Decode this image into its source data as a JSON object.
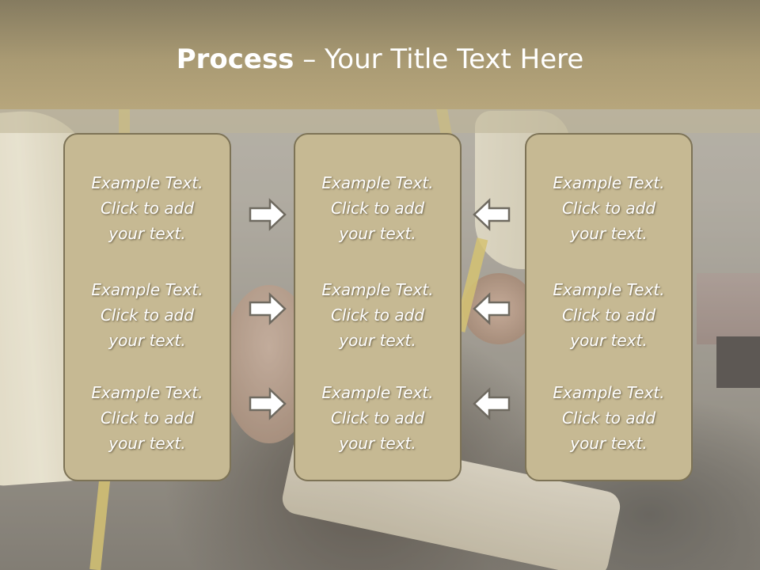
{
  "slide": {
    "title_bold": "Process",
    "title_rest": " – Your Title Text Here"
  },
  "columns": [
    {
      "items": [
        "Example Text.\nClick  to add\nyour text.",
        "Example Text.\nClick  to add\nyour text.",
        "Example Text.\nClick  to add\nyour text."
      ]
    },
    {
      "items": [
        "Example Text.\nClick  to add\nyour text.",
        "Example Text.\nClick  to add\nyour text.",
        "Example Text.\nClick  to add\nyour text."
      ]
    },
    {
      "items": [
        "Example Text.\nClick  to add\nyour text.",
        "Example Text.\nClick  to add\nyour text.",
        "Example Text.\nClick  to add\nyour text."
      ]
    }
  ],
  "arrows": {
    "left_group": "arrow-right-icon",
    "right_group": "arrow-left-icon"
  },
  "colors": {
    "banner": "#a99a73",
    "panel_fill": "#c6b993",
    "panel_border": "#7d7356",
    "text": "#ffffff"
  }
}
